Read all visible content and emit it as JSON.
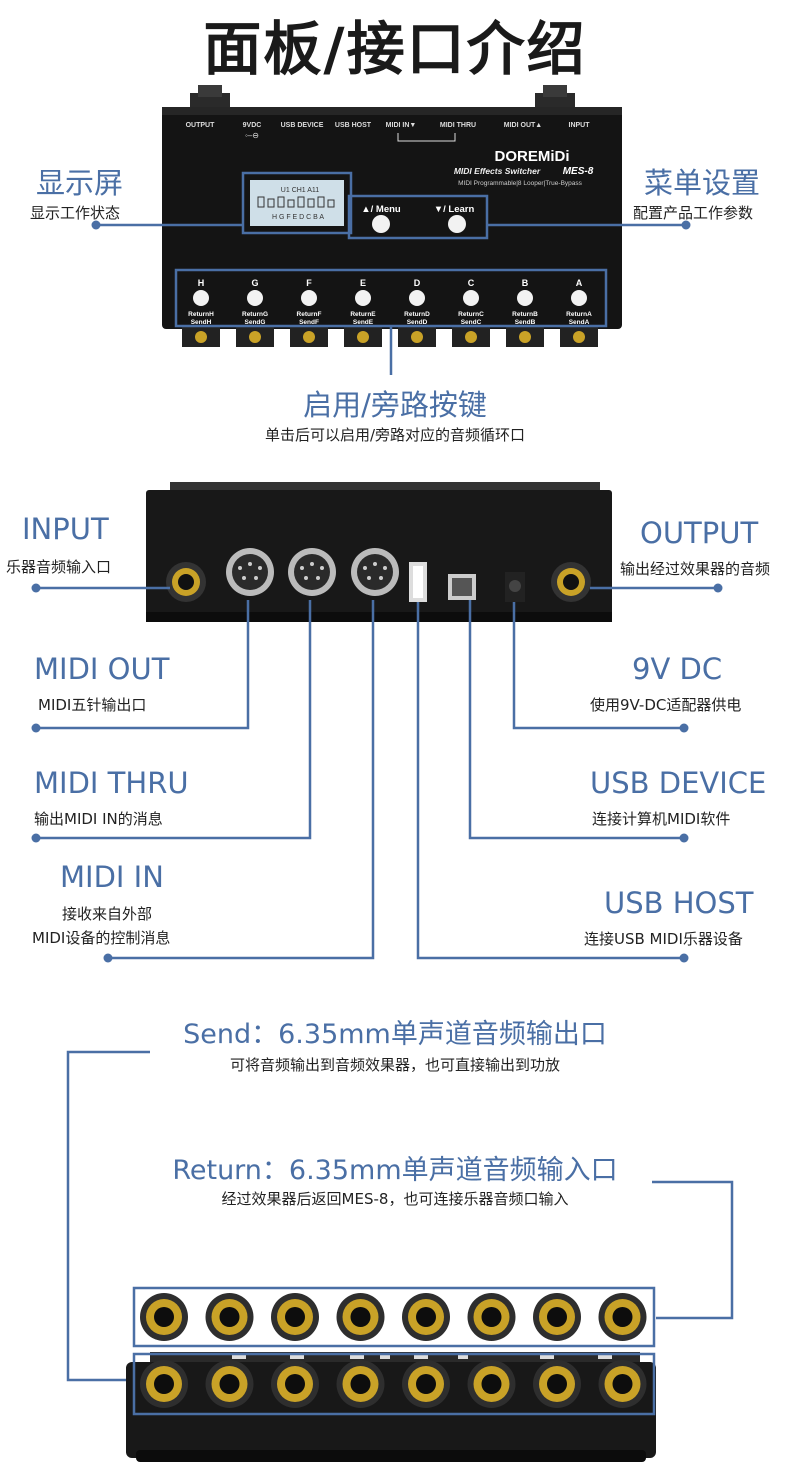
{
  "page_title": "面板/接口介绍",
  "top_panel": {
    "port_labels": [
      "OUTPUT",
      "9VDC",
      "USB DEVICE",
      "USB HOST",
      "MIDI IN▼",
      "MIDI THRU",
      "MIDI OUT▲",
      "INPUT"
    ],
    "brand": "DOREMiDi",
    "product_line1": "MIDI Effects Switcher",
    "model": "MES-8",
    "product_line2": "MIDI Programmable|8 Looper|True-Bypass",
    "screen_line": "U1    CH1 A11",
    "screen_letters": "H G F E D C B A",
    "menu_button": "▲/ Menu",
    "learn_button": "▼/ Learn",
    "footswitches": [
      {
        "letter": "H",
        "line1": "ReturnH",
        "line2": "SendH"
      },
      {
        "letter": "G",
        "line1": "ReturnG",
        "line2": "SendG"
      },
      {
        "letter": "F",
        "line1": "ReturnF",
        "line2": "SendF"
      },
      {
        "letter": "E",
        "line1": "ReturnE",
        "line2": "SendE"
      },
      {
        "letter": "D",
        "line1": "ReturnD",
        "line2": "SendD"
      },
      {
        "letter": "C",
        "line1": "ReturnC",
        "line2": "SendC"
      },
      {
        "letter": "B",
        "line1": "ReturnB",
        "line2": "SendB"
      },
      {
        "letter": "A",
        "line1": "ReturnA",
        "line2": "SendA"
      }
    ]
  },
  "callouts": {
    "display": {
      "title": "显示屏",
      "desc": "显示工作状态"
    },
    "menu": {
      "title": "菜单设置",
      "desc": "配置产品工作参数"
    },
    "bypass": {
      "title": "启用/旁路按键",
      "desc": "单击后可以启用/旁路对应的音频循环口"
    },
    "input": {
      "title": "INPUT",
      "desc": "乐器音频输入口"
    },
    "output": {
      "title": "OUTPUT",
      "desc": "输出经过效果器的音频"
    },
    "midi_out": {
      "title": "MIDI OUT",
      "desc": "MIDI五针输出口"
    },
    "dc": {
      "title": "9V DC",
      "desc": "使用9V-DC适配器供电"
    },
    "midi_thru": {
      "title": "MIDI THRU",
      "desc": "输出MIDI IN的消息"
    },
    "usb_device": {
      "title": "USB DEVICE",
      "desc": "连接计算机MIDI软件"
    },
    "midi_in": {
      "title": "MIDI IN",
      "desc1": "接收来自外部",
      "desc2": "MIDI设备的控制消息"
    },
    "usb_host": {
      "title": "USB HOST",
      "desc": "连接USB MIDI乐器设备"
    },
    "send": {
      "title": "Send：6.35mm单声道音频输出口",
      "desc": "可将音频输出到音频效果器，也可直接输出到功放"
    },
    "return": {
      "title": "Return：6.35mm单声道音频输入口",
      "desc": "经过效果器后返回MES-8，也可连接乐器音频口输入"
    }
  },
  "colors": {
    "accent": "#4a6fa5",
    "device": "#141414",
    "gold": "#c9a227"
  }
}
